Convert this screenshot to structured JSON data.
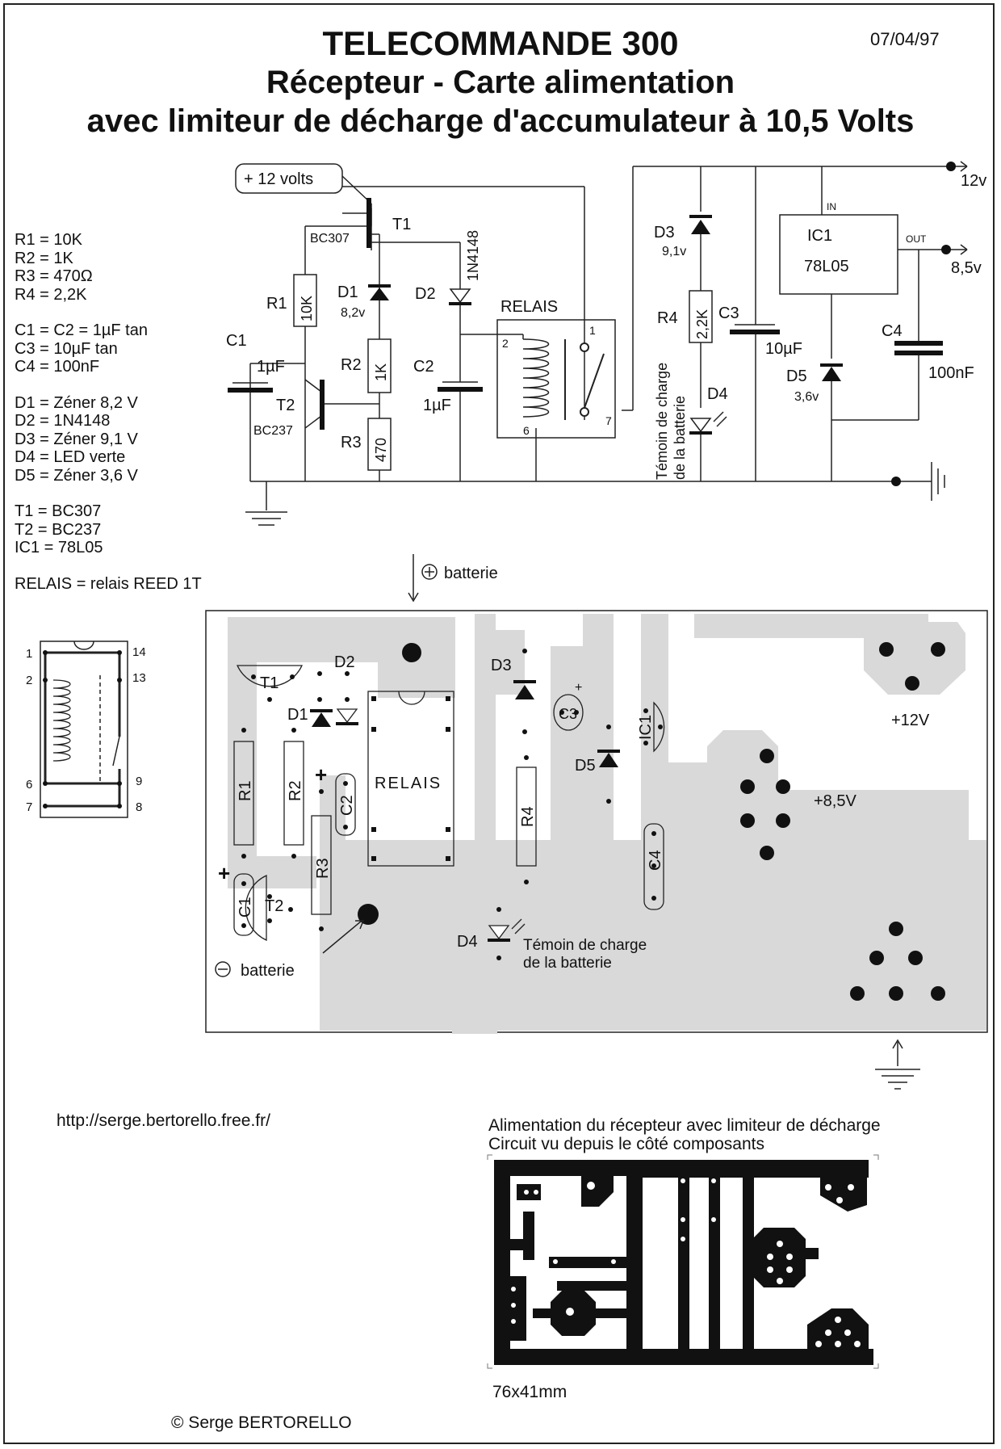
{
  "title": {
    "line1": "TELECOMMANDE 300",
    "line2": "Récepteur - Carte alimentation",
    "line3": "avec limiteur de décharge d'accumulateur à 10,5 Volts"
  },
  "date": "07/04/97",
  "legend": {
    "resistors": [
      "R1 = 10K",
      "R2 = 1K",
      "R3 = 470Ω",
      "R4 = 2,2K"
    ],
    "capacitors": [
      "C1 = C2 = 1µF tan",
      "C3 = 10µF tan",
      "C4 = 100nF"
    ],
    "diodes": [
      "D1 = Zéner 8,2 V",
      "D2 = 1N4148",
      "D3 = Zéner 9,1 V",
      "D4 = LED verte",
      "D5 = Zéner 3,6 V"
    ],
    "semis": [
      "T1 = BC307",
      "T2 = BC237",
      "IC1 = 78L05"
    ],
    "relay": "RELAIS = relais REED 1T"
  },
  "schematic": {
    "plus12": "+ 12 volts",
    "out12": "12v",
    "out85": "8,5v",
    "t1": "T1",
    "t1_type": "BC307",
    "t2": "T2",
    "t2_type": "BC237",
    "r1": "R1",
    "r1_val": "10K",
    "r2": "R2",
    "r2_val": "1K",
    "r3": "R3",
    "r3_val": "470",
    "r4": "R4",
    "r4_val": "2,2K",
    "d1": "D1",
    "d1_val": "8,2v",
    "d2": "D2",
    "d2_val": "1N4148",
    "d3": "D3",
    "d3_val": "9,1v",
    "d4": "D4",
    "d5": "D5",
    "d5_val": "3,6v",
    "c1": "C1",
    "c1_val": "1µF",
    "c2": "C2",
    "c2_val": "1µF",
    "c3": "C3",
    "c3_val": "10µF",
    "c4": "C4",
    "c4_val": "100nF",
    "relais": "RELAIS",
    "pin1": "1",
    "pin2": "2",
    "pin6": "6",
    "pin7": "7",
    "ic1": "IC1",
    "ic1_type": "78L05",
    "ic_in": "IN",
    "ic_out": "OUT",
    "temoin1": "Témoin de charge",
    "temoin2": "de la batterie"
  },
  "relay_pins": {
    "p1": "1",
    "p2": "2",
    "p6": "6",
    "p7": "7",
    "p14": "14",
    "p13": "13",
    "p9": "9",
    "p8": "8"
  },
  "layout_board": {
    "batt_plus": "batterie",
    "batt_minus": "batterie",
    "t1": "T1",
    "t2": "T2",
    "d1": "D1",
    "d2": "D2",
    "d3": "D3",
    "d4": "D4",
    "d5": "D5",
    "r1": "R1",
    "r2": "R2",
    "r3": "R3",
    "r4": "R4",
    "c1": "C1",
    "c2": "C2",
    "c3": "C3",
    "c4": "C4",
    "ic1": "IC1",
    "relais": "RELAIS",
    "plus": "+",
    "v12": "+12V",
    "v85": "+8,5V",
    "temoin1": "Témoin de charge",
    "temoin2": "de la batterie"
  },
  "url": "http://serge.bertorello.free.fr/",
  "pcb_caption": {
    "line1": "Alimentation du récepteur avec limiteur de décharge",
    "line2": "Circuit vu depuis le côté composants"
  },
  "pcb_size": "76x41mm",
  "copyright": "© Serge BERTORELLO"
}
